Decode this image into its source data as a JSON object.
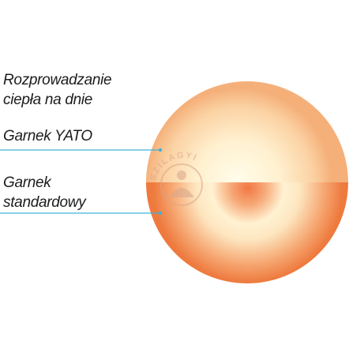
{
  "heading": {
    "line1": "Rozprowadzanie",
    "line2": "ciepła na dnie"
  },
  "labels": {
    "yato": "Garnek YATO",
    "standard_line1": "Garnek",
    "standard_line2": "standardowy"
  },
  "watermark": {
    "text": "SZILAGYI"
  },
  "colors": {
    "leader_line": "#3fb3d6",
    "yato_center": "#fffce8",
    "yato_edge": "#f6b27a",
    "standard_center": "#f07a45",
    "standard_ring": "#fff6d8",
    "standard_edge": "#ef7d40"
  }
}
